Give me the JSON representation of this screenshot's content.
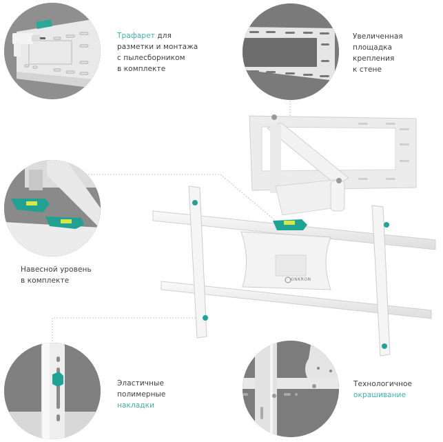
{
  "brand": {
    "logo_text": "ONKRON",
    "accent_color": "#3bb3b0",
    "teal_part_color": "#1fa394",
    "metal_color": "#f2f3f4",
    "circle_bg_color": "#7b7b7b"
  },
  "callouts": [
    {
      "id": "stencil",
      "icon": "drill-stencil-closeup",
      "lines": [
        {
          "accent": "Трафарет",
          "text": " для"
        },
        {
          "accent": "",
          "text": "разметки и монтажа"
        },
        {
          "accent": "",
          "text": "с пылесборником"
        },
        {
          "accent": "",
          "text": "в комплекте"
        }
      ]
    },
    {
      "id": "wall-plate",
      "icon": "wall-plate-closeup",
      "lines": [
        {
          "accent": "",
          "text": "Увеличенная"
        },
        {
          "accent": "",
          "text": "площадка"
        },
        {
          "accent": "",
          "text": "крепления"
        },
        {
          "accent": "",
          "text": "к стене"
        }
      ]
    },
    {
      "id": "level",
      "icon": "bubble-level-closeup",
      "lines": [
        {
          "accent": "",
          "text": "Навесной уровень"
        },
        {
          "accent": "",
          "text": "в комплекте"
        }
      ]
    },
    {
      "id": "pads",
      "icon": "polymer-pad-closeup",
      "lines": [
        {
          "accent": "",
          "text": "Эластичные"
        },
        {
          "accent": "",
          "text": "полимерные"
        },
        {
          "accent": "накладки",
          "text": ""
        }
      ]
    },
    {
      "id": "coating",
      "icon": "coating-closeup",
      "lines": [
        {
          "accent": "",
          "text": "Технологичное"
        },
        {
          "accent": "окрашивание",
          "text": ""
        }
      ]
    }
  ]
}
